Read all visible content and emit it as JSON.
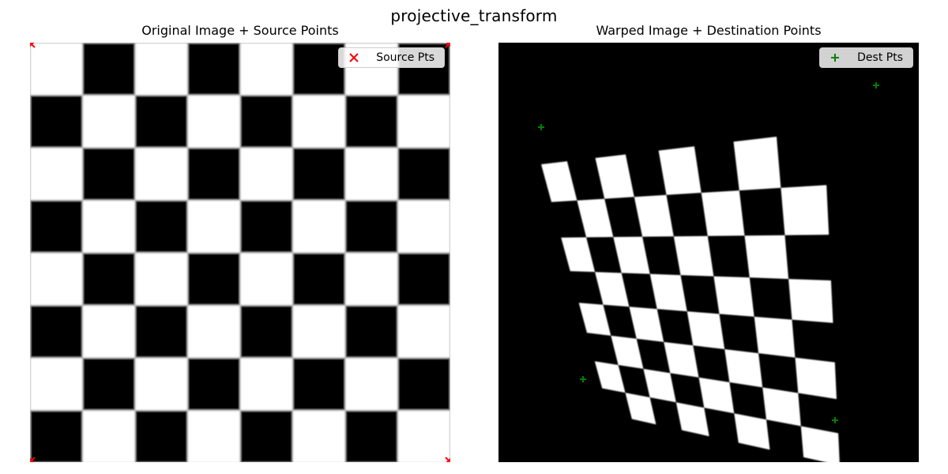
{
  "figure": {
    "title": "projective_transform"
  },
  "left_panel": {
    "title": "Original Image + Source Points",
    "legend_label": "Source Pts",
    "marker_color": "#ff0000",
    "marker_name": "x-marker-icon"
  },
  "right_panel": {
    "title": "Warped Image + Destination Points",
    "legend_label": "Dest Pts",
    "marker_color": "#008000",
    "marker_name": "plus-marker-icon"
  }
}
